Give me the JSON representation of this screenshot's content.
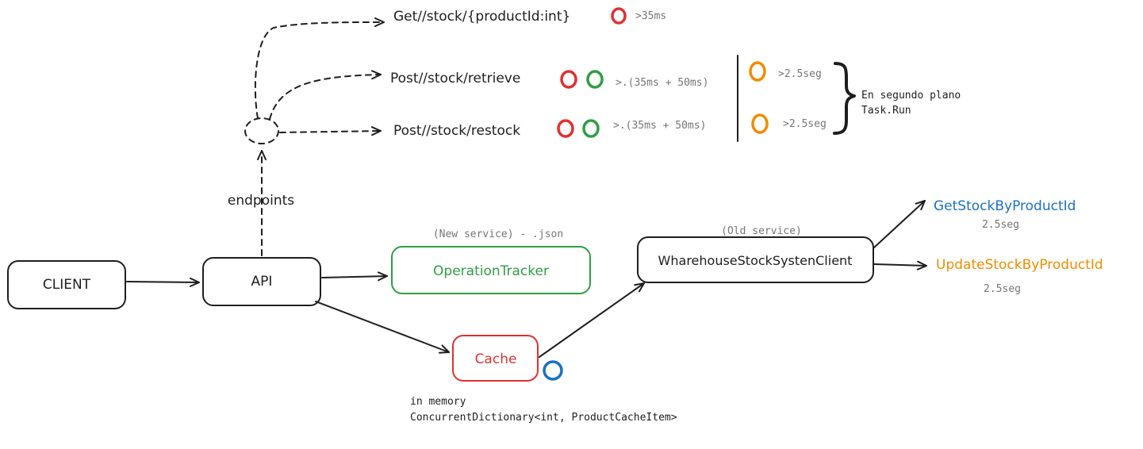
{
  "colors": {
    "ink": "#1e1e1e",
    "muted": "#757575",
    "red": "#e03131",
    "green": "#2f9e44",
    "orange": "#f08c00",
    "blue": "#1971c2"
  },
  "nodes": {
    "client": "CLIENT",
    "api": "API",
    "operation_tracker": "OperationTracker",
    "cache": "Cache",
    "warehouse_client": "WharehouseStockSystenClient"
  },
  "labels": {
    "endpoints": "endpoints",
    "new_service": "(New service) - .json",
    "old_service": "(Old service)",
    "cache_note_line1": "in memory",
    "cache_note_line2": "ConcurrentDictionary<int, ProductCacheItem>",
    "background_line1": "En segundo plano",
    "background_line2": "Task.Run"
  },
  "endpoints": [
    {
      "route": "Get//stock/{productId:int}",
      "timing": ">35ms",
      "background_timing": ""
    },
    {
      "route": "Post//stock/retrieve",
      "timing": ">.(35ms + 50ms)",
      "background_timing": ">2.5seg"
    },
    {
      "route": "Post//stock/restock",
      "timing": ">.(35ms + 50ms)",
      "background_timing": ">2.5seg"
    }
  ],
  "operations": [
    {
      "name": "GetStockByProductId",
      "timing": "2.5seg"
    },
    {
      "name": "UpdateStockByProductId",
      "timing": "2.5seg"
    }
  ]
}
